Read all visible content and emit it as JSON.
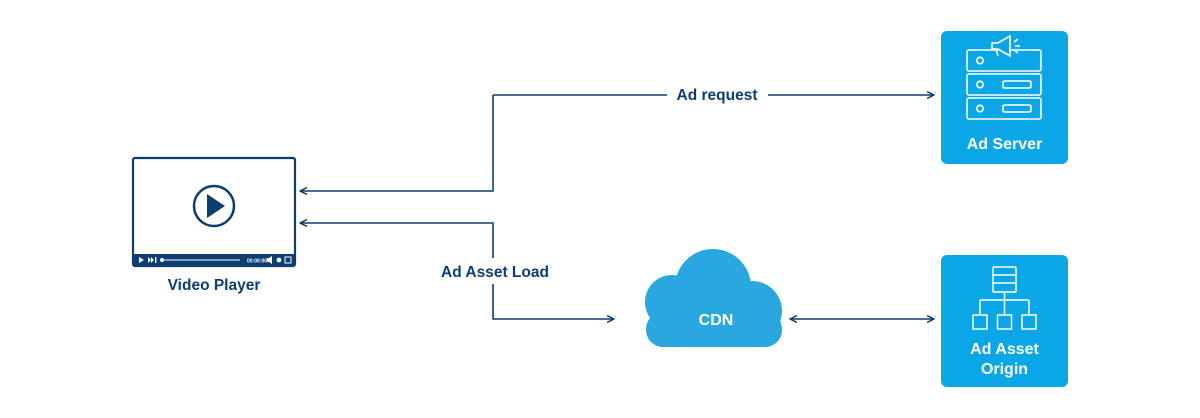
{
  "colors": {
    "navy": "#0d3d73",
    "accent": "#0aa6e6",
    "cloud": "#28a8df",
    "white": "#ffffff"
  },
  "nodes": {
    "video_player": {
      "label": "Video Player",
      "icon": "video-player-icon",
      "time_text": "00:00:00"
    },
    "ad_server": {
      "label": "Ad Server",
      "icon": "ad-server-icon"
    },
    "cdn": {
      "label": "CDN",
      "icon": "cloud-icon"
    },
    "ad_asset_origin": {
      "label_line1": "Ad Asset",
      "label_line2": "Origin",
      "icon": "hierarchy-icon"
    }
  },
  "edges": {
    "ad_request": {
      "label": "Ad request"
    },
    "ad_asset_load": {
      "label": "Ad Asset Load"
    }
  }
}
